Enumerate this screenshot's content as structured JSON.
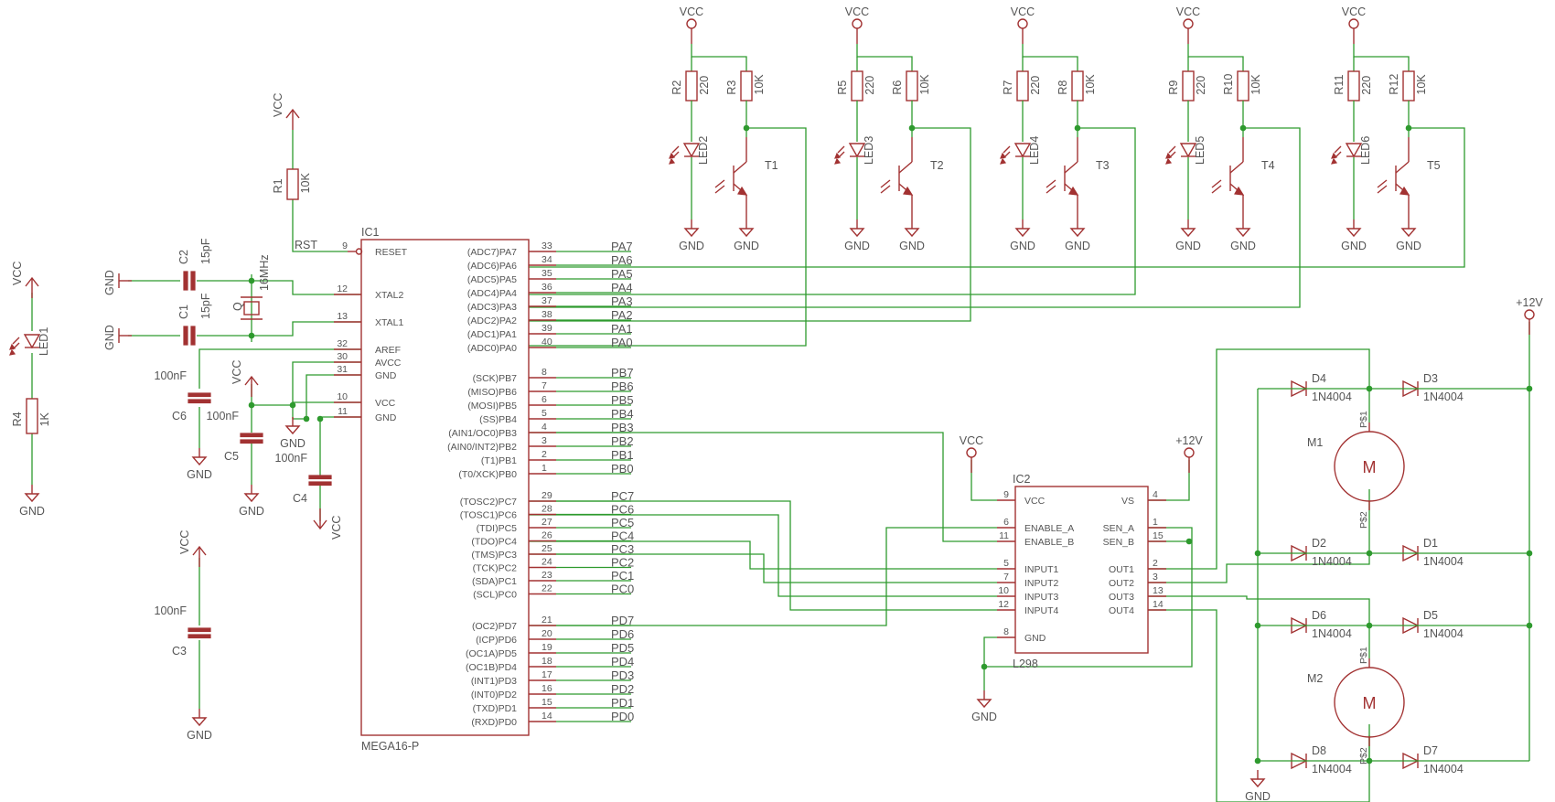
{
  "mcu": {
    "name": "IC1",
    "value": "MEGA16-P",
    "left_pins": [
      {
        "num": "9",
        "label": "RESET"
      },
      {
        "num": "12",
        "label": "XTAL2"
      },
      {
        "num": "13",
        "label": "XTAL1"
      },
      {
        "num": "32",
        "label": "AREF"
      },
      {
        "num": "30",
        "label": "AVCC"
      },
      {
        "num": "31",
        "label": "GND"
      },
      {
        "num": "10",
        "label": "VCC"
      },
      {
        "num": "11",
        "label": "GND"
      }
    ],
    "right_pins": [
      {
        "num": "33",
        "label": "(ADC7)PA7",
        "net": "PA7"
      },
      {
        "num": "34",
        "label": "(ADC6)PA6",
        "net": "PA6"
      },
      {
        "num": "35",
        "label": "(ADC5)PA5",
        "net": "PA5"
      },
      {
        "num": "36",
        "label": "(ADC4)PA4",
        "net": "PA4"
      },
      {
        "num": "37",
        "label": "(ADC3)PA3",
        "net": "PA3"
      },
      {
        "num": "38",
        "label": "(ADC2)PA2",
        "net": "PA2"
      },
      {
        "num": "39",
        "label": "(ADC1)PA1",
        "net": "PA1"
      },
      {
        "num": "40",
        "label": "(ADC0)PA0",
        "net": "PA0"
      },
      {
        "num": "8",
        "label": "(SCK)PB7",
        "net": "PB7"
      },
      {
        "num": "7",
        "label": "(MISO)PB6",
        "net": "PB6"
      },
      {
        "num": "6",
        "label": "(MOSI)PB5",
        "net": "PB5"
      },
      {
        "num": "5",
        "label": "(SS)PB4",
        "net": "PB4"
      },
      {
        "num": "4",
        "label": "(AIN1/OC0)PB3",
        "net": "PB3"
      },
      {
        "num": "3",
        "label": "(AIN0/INT2)PB2",
        "net": "PB2"
      },
      {
        "num": "2",
        "label": "(T1)PB1",
        "net": "PB1"
      },
      {
        "num": "1",
        "label": "(T0/XCK)PB0",
        "net": "PB0"
      },
      {
        "num": "29",
        "label": "(TOSC2)PC7",
        "net": "PC7"
      },
      {
        "num": "28",
        "label": "(TOSC1)PC6",
        "net": "PC6"
      },
      {
        "num": "27",
        "label": "(TDI)PC5",
        "net": "PC5"
      },
      {
        "num": "26",
        "label": "(TDO)PC4",
        "net": "PC4"
      },
      {
        "num": "25",
        "label": "(TMS)PC3",
        "net": "PC3"
      },
      {
        "num": "24",
        "label": "(TCK)PC2",
        "net": "PC2"
      },
      {
        "num": "23",
        "label": "(SDA)PC1",
        "net": "PC1"
      },
      {
        "num": "22",
        "label": "(SCL)PC0",
        "net": "PC0"
      },
      {
        "num": "21",
        "label": "(OC2)PD7",
        "net": "PD7"
      },
      {
        "num": "20",
        "label": "(ICP)PD6",
        "net": "PD6"
      },
      {
        "num": "19",
        "label": "(OC1A)PD5",
        "net": "PD5"
      },
      {
        "num": "18",
        "label": "(OC1B)PD4",
        "net": "PD4"
      },
      {
        "num": "17",
        "label": "(INT1)PD3",
        "net": "PD3"
      },
      {
        "num": "16",
        "label": "(INT0)PD2",
        "net": "PD2"
      },
      {
        "num": "15",
        "label": "(TXD)PD1",
        "net": "PD1"
      },
      {
        "num": "14",
        "label": "(RXD)PD0",
        "net": "PD0"
      }
    ]
  },
  "driver": {
    "name": "IC2",
    "value": "L298",
    "left_pins": [
      {
        "num": "9",
        "label": "VCC"
      },
      {
        "num": "6",
        "label": "ENABLE_A"
      },
      {
        "num": "11",
        "label": "ENABLE_B"
      },
      {
        "num": "5",
        "label": "INPUT1"
      },
      {
        "num": "7",
        "label": "INPUT2"
      },
      {
        "num": "10",
        "label": "INPUT3"
      },
      {
        "num": "12",
        "label": "INPUT4"
      },
      {
        "num": "8",
        "label": "GND"
      }
    ],
    "right_pins": [
      {
        "num": "4",
        "label": "VS"
      },
      {
        "num": "1",
        "label": "SEN_A"
      },
      {
        "num": "15",
        "label": "SEN_B"
      },
      {
        "num": "2",
        "label": "OUT1"
      },
      {
        "num": "3",
        "label": "OUT2"
      },
      {
        "num": "13",
        "label": "OUT3"
      },
      {
        "num": "14",
        "label": "OUT4"
      }
    ]
  },
  "reset": {
    "net": "RST",
    "resistor": "R1",
    "value": "10K"
  },
  "crystal": {
    "name": "Q",
    "value": "16MHz"
  },
  "caps": [
    {
      "name": "C1",
      "value": "15pF"
    },
    {
      "name": "C2",
      "value": "15pF"
    },
    {
      "name": "C3",
      "value": "100nF"
    },
    {
      "name": "C4",
      "value": "100nF"
    },
    {
      "name": "C5",
      "value": "100nF"
    },
    {
      "name": "C6",
      "value": "100nF"
    }
  ],
  "power_led": {
    "led": "LED1",
    "resistor": "R4",
    "value": "1K"
  },
  "sensors": [
    {
      "r_led": "R2",
      "r_led_val": "220",
      "r_pull": "R3",
      "r_pull_val": "10K",
      "led": "LED2",
      "tr": "T1"
    },
    {
      "r_led": "R5",
      "r_led_val": "220",
      "r_pull": "R6",
      "r_pull_val": "10K",
      "led": "LED3",
      "tr": "T2"
    },
    {
      "r_led": "R7",
      "r_led_val": "220",
      "r_pull": "R8",
      "r_pull_val": "10K",
      "led": "LED4",
      "tr": "T3"
    },
    {
      "r_led": "R9",
      "r_led_val": "220",
      "r_pull": "R10",
      "r_pull_val": "10K",
      "led": "LED5",
      "tr": "T4"
    },
    {
      "r_led": "R11",
      "r_led_val": "220",
      "r_pull": "R12",
      "r_pull_val": "10K",
      "led": "LED6",
      "tr": "T5"
    }
  ],
  "motors": [
    {
      "name": "M1",
      "letter": "M",
      "pin1": "P$1",
      "pin2": "P$2"
    },
    {
      "name": "M2",
      "letter": "M",
      "pin1": "P$1",
      "pin2": "P$2"
    }
  ],
  "diodes": [
    {
      "name": "D1",
      "value": "1N4004"
    },
    {
      "name": "D2",
      "value": "1N4004"
    },
    {
      "name": "D3",
      "value": "1N4004"
    },
    {
      "name": "D4",
      "value": "1N4004"
    },
    {
      "name": "D5",
      "value": "1N4004"
    },
    {
      "name": "D6",
      "value": "1N4004"
    },
    {
      "name": "D7",
      "value": "1N4004"
    },
    {
      "name": "D8",
      "value": "1N4004"
    }
  ],
  "supply": {
    "vcc": "VCC",
    "gnd": "GND",
    "v12": "+12V"
  }
}
